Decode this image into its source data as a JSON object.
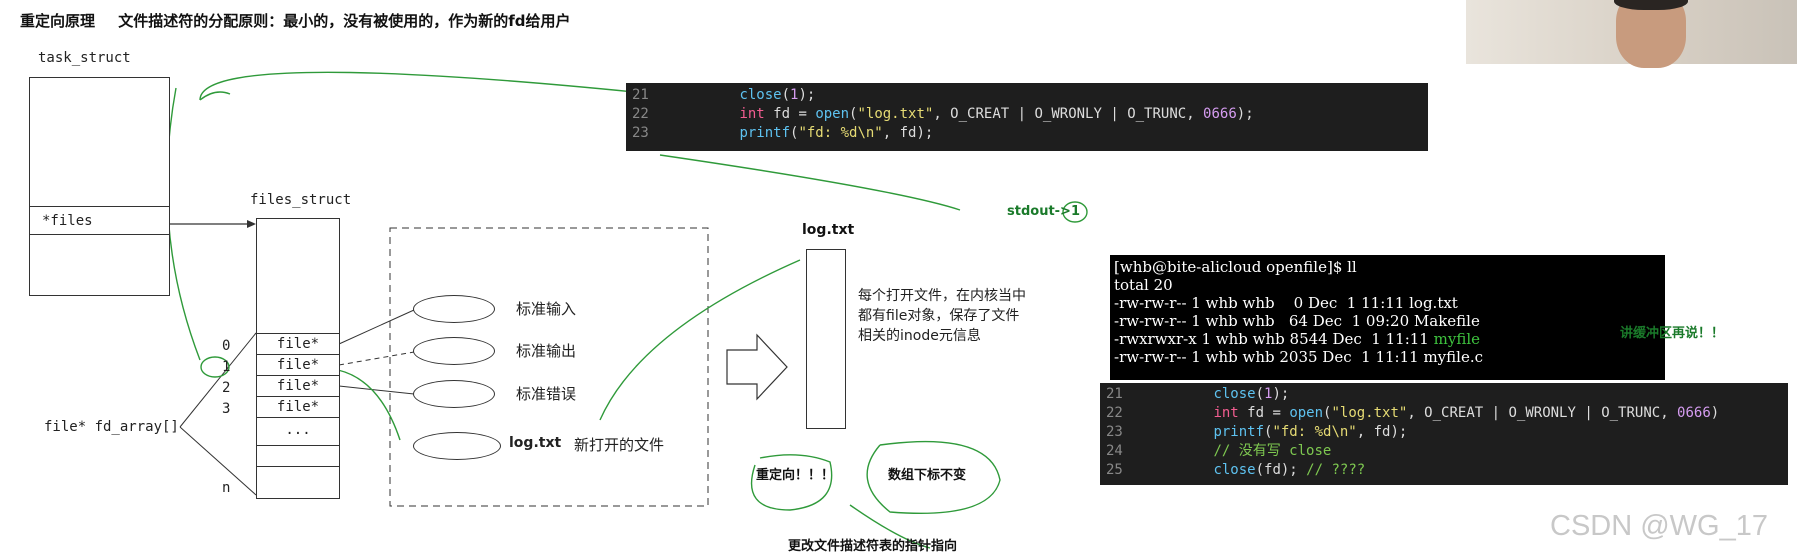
{
  "header": {
    "title_a": "重定向原理",
    "title_b": "文件描述符的分配原则：最小的，没有被使用的，作为新的fd给用户"
  },
  "diagram": {
    "task_struct": "task_struct",
    "files_field": "*files",
    "files_struct": "files_struct",
    "fd_array": "file* fd_array[]",
    "slots": [
      "file*",
      "file*",
      "file*",
      "file*",
      "...",
      "",
      ""
    ],
    "indices": [
      "0",
      "1",
      "2",
      "3",
      "n"
    ],
    "streams": [
      "标准输入",
      "标准输出",
      "标准错误",
      "log.txt"
    ],
    "new_file_label": "新打开的文件",
    "log_title": "log.txt",
    "file_desc": "每个打开文件，在内核当中都有file对象，保存了文件相关的inode元信息"
  },
  "code_top": {
    "lines": [
      {
        "no": "21",
        "parts": [
          [
            "fn",
            "close"
          ],
          [
            "p",
            "("
          ],
          [
            "num",
            "1"
          ],
          [
            "p",
            ");"
          ]
        ]
      },
      {
        "no": "22",
        "parts": [
          [
            "ty",
            "int"
          ],
          [
            "p",
            " fd = "
          ],
          [
            "fn",
            "open"
          ],
          [
            "p",
            "("
          ],
          [
            "str",
            "\"log.txt\""
          ],
          [
            "p",
            ", O_CREAT | O_WRONLY | O_TRUNC, "
          ],
          [
            "num",
            "0666"
          ],
          [
            "p",
            ");"
          ]
        ]
      },
      {
        "no": "23",
        "parts": [
          [
            "fn",
            "printf"
          ],
          [
            "p",
            "("
          ],
          [
            "str",
            "\"fd: %d\\n\""
          ],
          [
            "p",
            ", fd);"
          ]
        ]
      }
    ]
  },
  "terminal": {
    "lines": [
      "[whb@bite-alicloud openfile]$ ll",
      "total 20",
      "-rw-rw-r-- 1 whb whb    0 Dec  1 11:11 log.txt",
      "-rw-rw-r-- 1 whb whb   64 Dec  1 09:20 Makefile",
      "-rwxrwxr-x 1 whb whb 8544 Dec  1 11:11 ",
      "-rw-rw-r-- 1 whb whb 2035 Dec  1 11:11 myfile.c"
    ],
    "exe_name": "myfile"
  },
  "code_bottom": {
    "lines": [
      {
        "no": "21",
        "parts": [
          [
            "fn",
            "close"
          ],
          [
            "p",
            "("
          ],
          [
            "num",
            "1"
          ],
          [
            "p",
            ");"
          ]
        ]
      },
      {
        "no": "22",
        "parts": [
          [
            "ty",
            "int"
          ],
          [
            "p",
            " fd = "
          ],
          [
            "fn",
            "open"
          ],
          [
            "p",
            "("
          ],
          [
            "str",
            "\"log.txt\""
          ],
          [
            "p",
            ", O_CREAT | O_WRONLY | O_TRUNC, "
          ],
          [
            "num",
            "0666"
          ],
          [
            "p",
            ")"
          ]
        ]
      },
      {
        "no": "23",
        "parts": [
          [
            "fn",
            "printf"
          ],
          [
            "p",
            "("
          ],
          [
            "str",
            "\"fd: %d\\n\""
          ],
          [
            "p",
            ", fd);"
          ]
        ]
      },
      {
        "no": "24",
        "parts": [
          [
            "cmt",
            "// 没有写 close"
          ]
        ]
      },
      {
        "no": "25",
        "parts": [
          [
            "fn",
            "close"
          ],
          [
            "p",
            "(fd); "
          ],
          [
            "cmt",
            "// ????"
          ]
        ]
      }
    ]
  },
  "notes": {
    "stdout": "stdout->1",
    "buffer": "讲缓冲区再说！！",
    "redirect": "重定向！！！",
    "index_same": "数组下标不变",
    "pointer": "更改文件描述符表的指针指向"
  },
  "watermark": "CSDN @WG_17"
}
